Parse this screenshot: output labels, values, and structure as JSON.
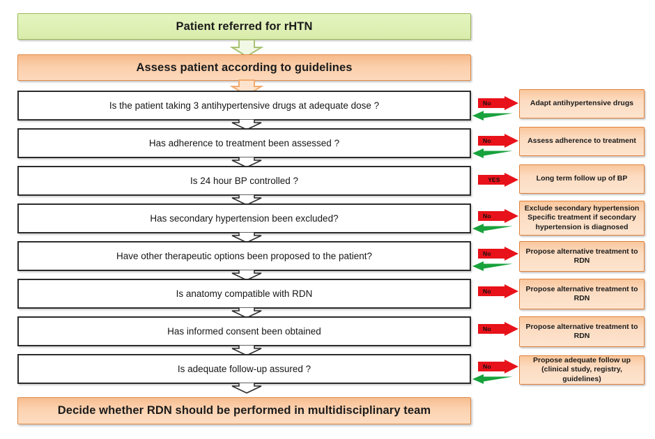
{
  "diagram": {
    "title_top": "Patient referred for rHTN",
    "assess_banner": "Assess patient according to guidelines",
    "bottom_banner": "Decide whether RDN should be performed in multidisciplinary team",
    "labels": {
      "no": "No",
      "yes": "YES"
    },
    "colors": {
      "green_banner_fill": "#dff0b5",
      "green_banner_border": "#9ab758",
      "orange_banner_fill": "#fbcfab",
      "orange_banner_border": "#e08a47",
      "question_border": "#2b2b2b",
      "question_fill": "#ffffff",
      "side_box_fill": "#fcdcc2",
      "side_box_border": "#e0803a",
      "no_arrow": "#e8121a",
      "yes_arrow": "#e8121a",
      "return_arrow": "#18a23c"
    },
    "steps": [
      {
        "question": "Is the patient taking 3 antihypertensive drugs at adequate dose ?",
        "branch_label": "No",
        "branch_type": "no",
        "action": "Adapt antihypertensive drugs",
        "has_return_arrow": true
      },
      {
        "question": "Has adherence to treatment been assessed ?",
        "branch_label": "No",
        "branch_type": "no",
        "action": "Assess adherence to treatment",
        "has_return_arrow": true
      },
      {
        "question": "Is 24 hour BP controlled ?",
        "branch_label": "YES",
        "branch_type": "yes",
        "action": "Long term follow up of BP",
        "has_return_arrow": false
      },
      {
        "question": "Has secondary hypertension been excluded?",
        "branch_label": "No",
        "branch_type": "no",
        "action": "Exclude secondary hypertension\nSpecific treatment if secondary\nhypertension is diagnosed",
        "has_return_arrow": true
      },
      {
        "question": "Have  other therapeutic options been  proposed to the patient?",
        "branch_label": "No",
        "branch_type": "no",
        "action": "Propose alternative treatment to\nRDN",
        "has_return_arrow": true
      },
      {
        "question": "Is anatomy compatible with RDN",
        "branch_label": "No",
        "branch_type": "no",
        "action": "Propose alternative treatment to\nRDN",
        "has_return_arrow": false
      },
      {
        "question": "Has informed consent been obtained",
        "branch_label": "No",
        "branch_type": "no",
        "action": "Propose alternative treatment to\nRDN",
        "has_return_arrow": false
      },
      {
        "question": "Is adequate follow-up assured ?",
        "branch_label": "No",
        "branch_type": "no",
        "action": "Propose adequate follow up\n(clinical study, registry, guidelines)",
        "has_return_arrow": true
      }
    ]
  }
}
